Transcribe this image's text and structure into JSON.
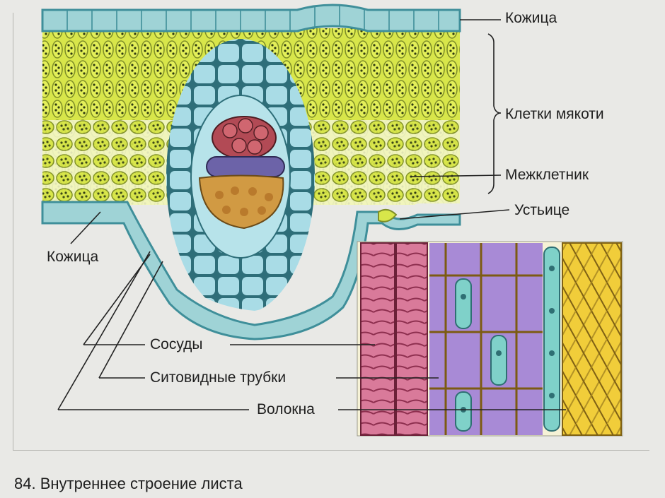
{
  "labels": {
    "skin_top": "Кожица",
    "pulp_cells": "Клетки мякоти",
    "intercellular": "Межклетник",
    "stoma": "Устьице",
    "skin_bottom": "Кожица",
    "vessels": "Сосуды",
    "sieve_tubes": "Ситовидные трубки",
    "fibers": "Волокна"
  },
  "caption": "84. Внутреннее строение листа",
  "colors": {
    "epidermis": "#9fd3d6",
    "epidermis_outline": "#3f8f9a",
    "palisade": "#d8e64a",
    "palisade_dots": "#3a4a14",
    "vein_cells": "#a9dce6",
    "xylem_red": "#b24a55",
    "xylem_purple": "#6c63a8",
    "phloem_orange": "#d19a43",
    "vessel_pink": "#d97a9a",
    "sieve_purple": "#a88ad6",
    "fiber_yellow": "#f1cd3a"
  }
}
